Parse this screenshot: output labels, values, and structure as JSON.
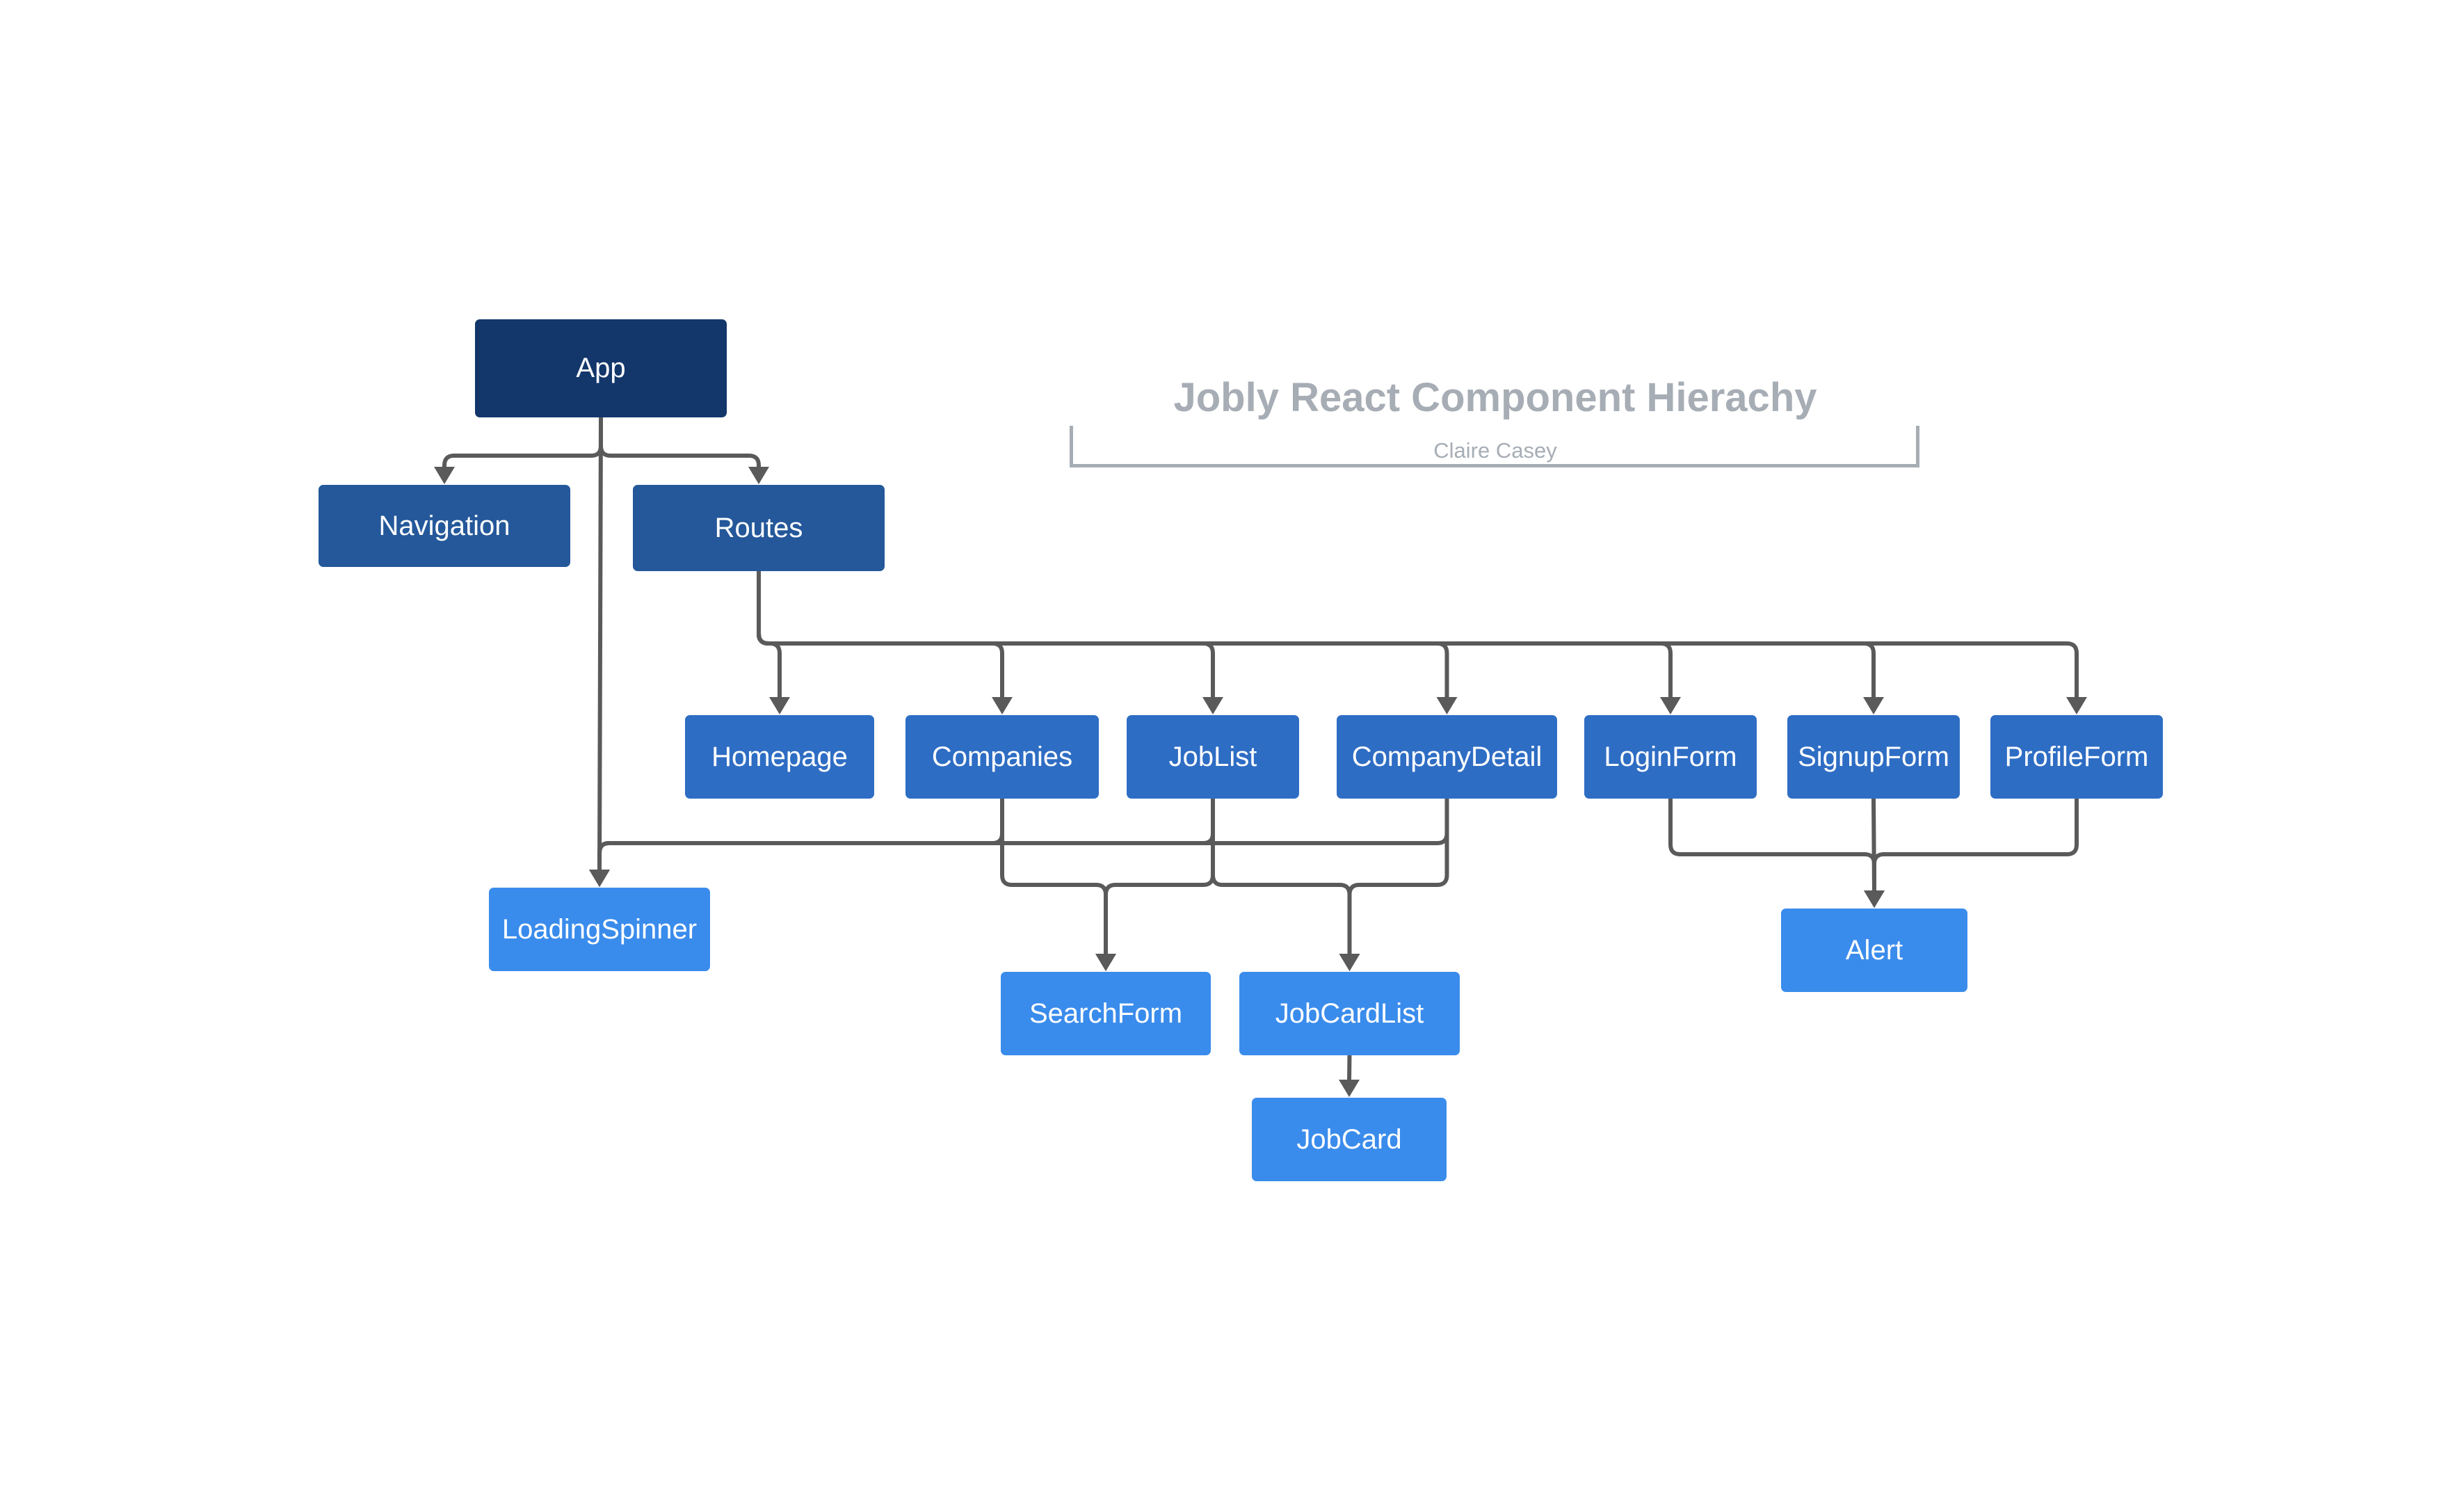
{
  "title": "Jobly React Component Hierachy",
  "author": "Claire Casey",
  "colors": {
    "root": "#13376b",
    "level1": "#24589a",
    "level2": "#2e6dc4",
    "level3": "#3a8cec",
    "connector": "#5a5a5a",
    "title": "#a7adb5"
  },
  "nodes": {
    "app": "App",
    "navigation": "Navigation",
    "routes": "Routes",
    "homepage": "Homepage",
    "companies": "Companies",
    "joblist": "JobList",
    "companydetail": "CompanyDetail",
    "loginform": "LoginForm",
    "signupform": "SignupForm",
    "profileform": "ProfileForm",
    "loadingspinner": "LoadingSpinner",
    "searchform": "SearchForm",
    "jobcardlist": "JobCardList",
    "jobcard": "JobCard",
    "alert": "Alert"
  },
  "edges": [
    [
      "app",
      "navigation"
    ],
    [
      "app",
      "routes"
    ],
    [
      "app",
      "loadingspinner"
    ],
    [
      "routes",
      "homepage"
    ],
    [
      "routes",
      "companies"
    ],
    [
      "routes",
      "joblist"
    ],
    [
      "routes",
      "companydetail"
    ],
    [
      "routes",
      "loginform"
    ],
    [
      "routes",
      "signupform"
    ],
    [
      "routes",
      "profileform"
    ],
    [
      "companies",
      "loadingspinner"
    ],
    [
      "joblist",
      "loadingspinner"
    ],
    [
      "companydetail",
      "loadingspinner"
    ],
    [
      "companies",
      "searchform"
    ],
    [
      "joblist",
      "searchform"
    ],
    [
      "joblist",
      "jobcardlist"
    ],
    [
      "companydetail",
      "jobcardlist"
    ],
    [
      "jobcardlist",
      "jobcard"
    ],
    [
      "loginform",
      "alert"
    ],
    [
      "signupform",
      "alert"
    ],
    [
      "profileform",
      "alert"
    ]
  ]
}
